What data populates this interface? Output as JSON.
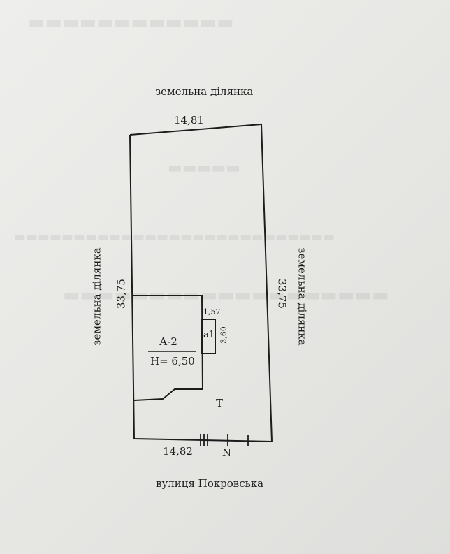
{
  "plan": {
    "top_label": "земельна ділянка",
    "top_dim": "14,81",
    "left_label": "земельна ділянка",
    "left_dim": "33,75",
    "right_label": "земельна ділянка",
    "right_dim": "33,75",
    "bottom_dim": "14,82",
    "north_mark": "N",
    "street": "вулиця Покровська",
    "yard_mark": "Т",
    "building": {
      "id": "А-2",
      "height": "Н= 6,50"
    },
    "annex": {
      "id": "а1",
      "width_dim": "1,57",
      "length_dim": "3,60"
    }
  },
  "colors": {
    "ink": "#1c1c1c",
    "paper": "#e9e9e7"
  }
}
